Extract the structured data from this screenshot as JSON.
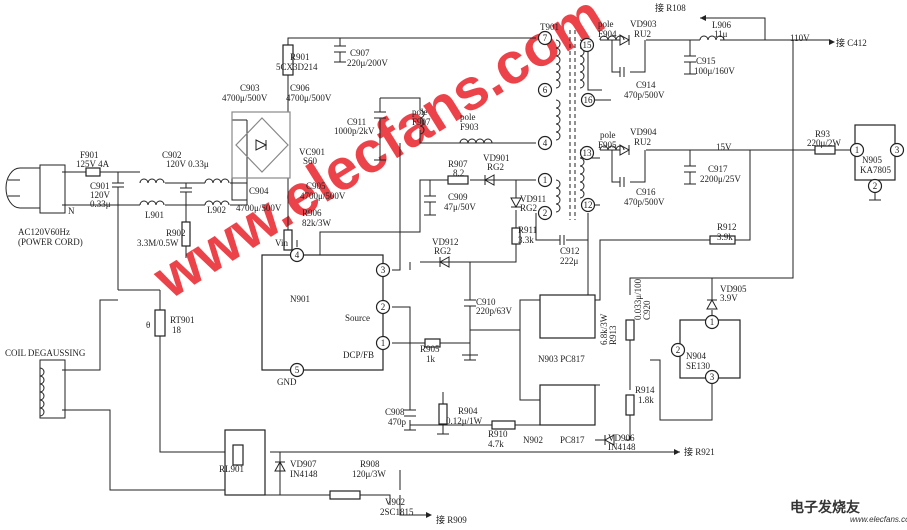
{
  "title": "Switching power supply schematic",
  "labels": {
    "r108": "接 R108",
    "v110": "110V",
    "c412": "接 C412",
    "t901": "T901",
    "f904a": "pole",
    "f904b": "F904",
    "vd903a": "VD903",
    "vd903b": "RU2",
    "l906a": "L906",
    "l906b": "11μ",
    "c915a": "C915",
    "c915b": "100μ/160V",
    "c914a": "C914",
    "c914b": "470p/500V",
    "f905a": "pole",
    "f905b": "F905",
    "vd904a": "VD904",
    "vd904b": "RU2",
    "v15": "15V",
    "c917a": "C917",
    "c917b": "2200μ/25V",
    "c916a": "C916",
    "c916b": "470p/500V",
    "r93a": "R93",
    "r93b": "220μ/2W",
    "n905a": "N905",
    "n905b": "KA7805",
    "r912a": "R912",
    "r912b": "3.9k",
    "r901a": "R901",
    "r901b": "5CX3D214",
    "c907a": "C907",
    "c907b": "220μ/200V",
    "c903a": "C903",
    "c903b": "4700μ/500V",
    "c906a": "C906",
    "c906b": "4700μ/500V",
    "c911a": "C911",
    "c911b": "1000p/2kV",
    "f907a": "pole",
    "f907b": "F907",
    "f903a": "pole",
    "f903b": "F903",
    "vc901a": "VC901",
    "vc901b": "S60",
    "c905a": "C905",
    "c905b": "4700μ/500V",
    "c904a": "C904",
    "c904b": "4700μ/500V",
    "r906a": "R906",
    "r906b": "82k/3W",
    "r907a": "R907",
    "r907b": "8.2",
    "vd901a": "VD901",
    "vd901b": "RG2",
    "c909a": "C909",
    "c909b": "47μ/50V",
    "vd911a": "VD911",
    "vd911b": "RG2",
    "r911a": "R911",
    "r911b": "3.3k",
    "c912a": "C912",
    "c912b": "222μ",
    "f901a": "F901",
    "f901b": "125V 4A",
    "c901a": "C901",
    "c901b": "120V",
    "c901c": "0.33μ",
    "c902a": "C902",
    "c902b": "120V 0.33μ",
    "l901": "L901",
    "l902": "L902",
    "r902a": "R902",
    "r902b": "3.3M/0.5W",
    "ac1": "AC120V60Hz",
    "ac2": "(POWER CORD)",
    "n": "N",
    "vd912a": "VD912",
    "vd912b": "RG2",
    "vin": "Vin",
    "n901": "N901",
    "source": "Source",
    "dcpfb": "DCP/FB",
    "gnd": "GND",
    "c910a": "C910",
    "c910b": "220p/63V",
    "n903": "N903 PC817",
    "r913": "R913",
    "r913b": "6.8k/3W",
    "c920": "C920",
    "c920b": "0.033μ/100",
    "vd905a": "VD905",
    "vd905b": "3.9V",
    "n904a": "N904",
    "n904b": "SE130",
    "r914a": "R914",
    "r914b": "1.8k",
    "vd906a": "VD906",
    "vd906b": "IN4148",
    "n902": "N902",
    "pc817": "PC817",
    "r905a": "R905",
    "r905b": "1k",
    "r904a": "R904",
    "r904b": "0.12μ/1W",
    "c908a": "C908",
    "c908b": "470p",
    "r910a": "R910",
    "r910b": "4.7k",
    "r921": "接 R921",
    "rt901a": "RT901",
    "rt901b": "18",
    "theta": "θ",
    "coil": "COIL DEGAUSSING",
    "rl901": "RL901",
    "vd907a": "VD907",
    "vd907b": "IN4148",
    "r908a": "R908",
    "r908b": "120μ/3W",
    "v902a": "V902",
    "v902b": "2SC1815",
    "r909": "接 R909"
  },
  "pins": {
    "t7": "7",
    "t6": "6",
    "t4": "4",
    "t1": "1",
    "t2": "2",
    "t15": "15",
    "t16": "16",
    "t13": "13",
    "t12": "12",
    "n901_4": "4",
    "n901_3": "3",
    "n901_2": "2",
    "n901_1": "1",
    "n901_5": "5",
    "n905_1": "1",
    "n905_3": "3",
    "n905_2": "2",
    "n904_1": "1",
    "n904_2": "2",
    "n904_3": "3"
  },
  "watermark": "www.elecfans.com",
  "logo": {
    "cn": "电子发烧友",
    "en": "www.elecfans.com"
  }
}
